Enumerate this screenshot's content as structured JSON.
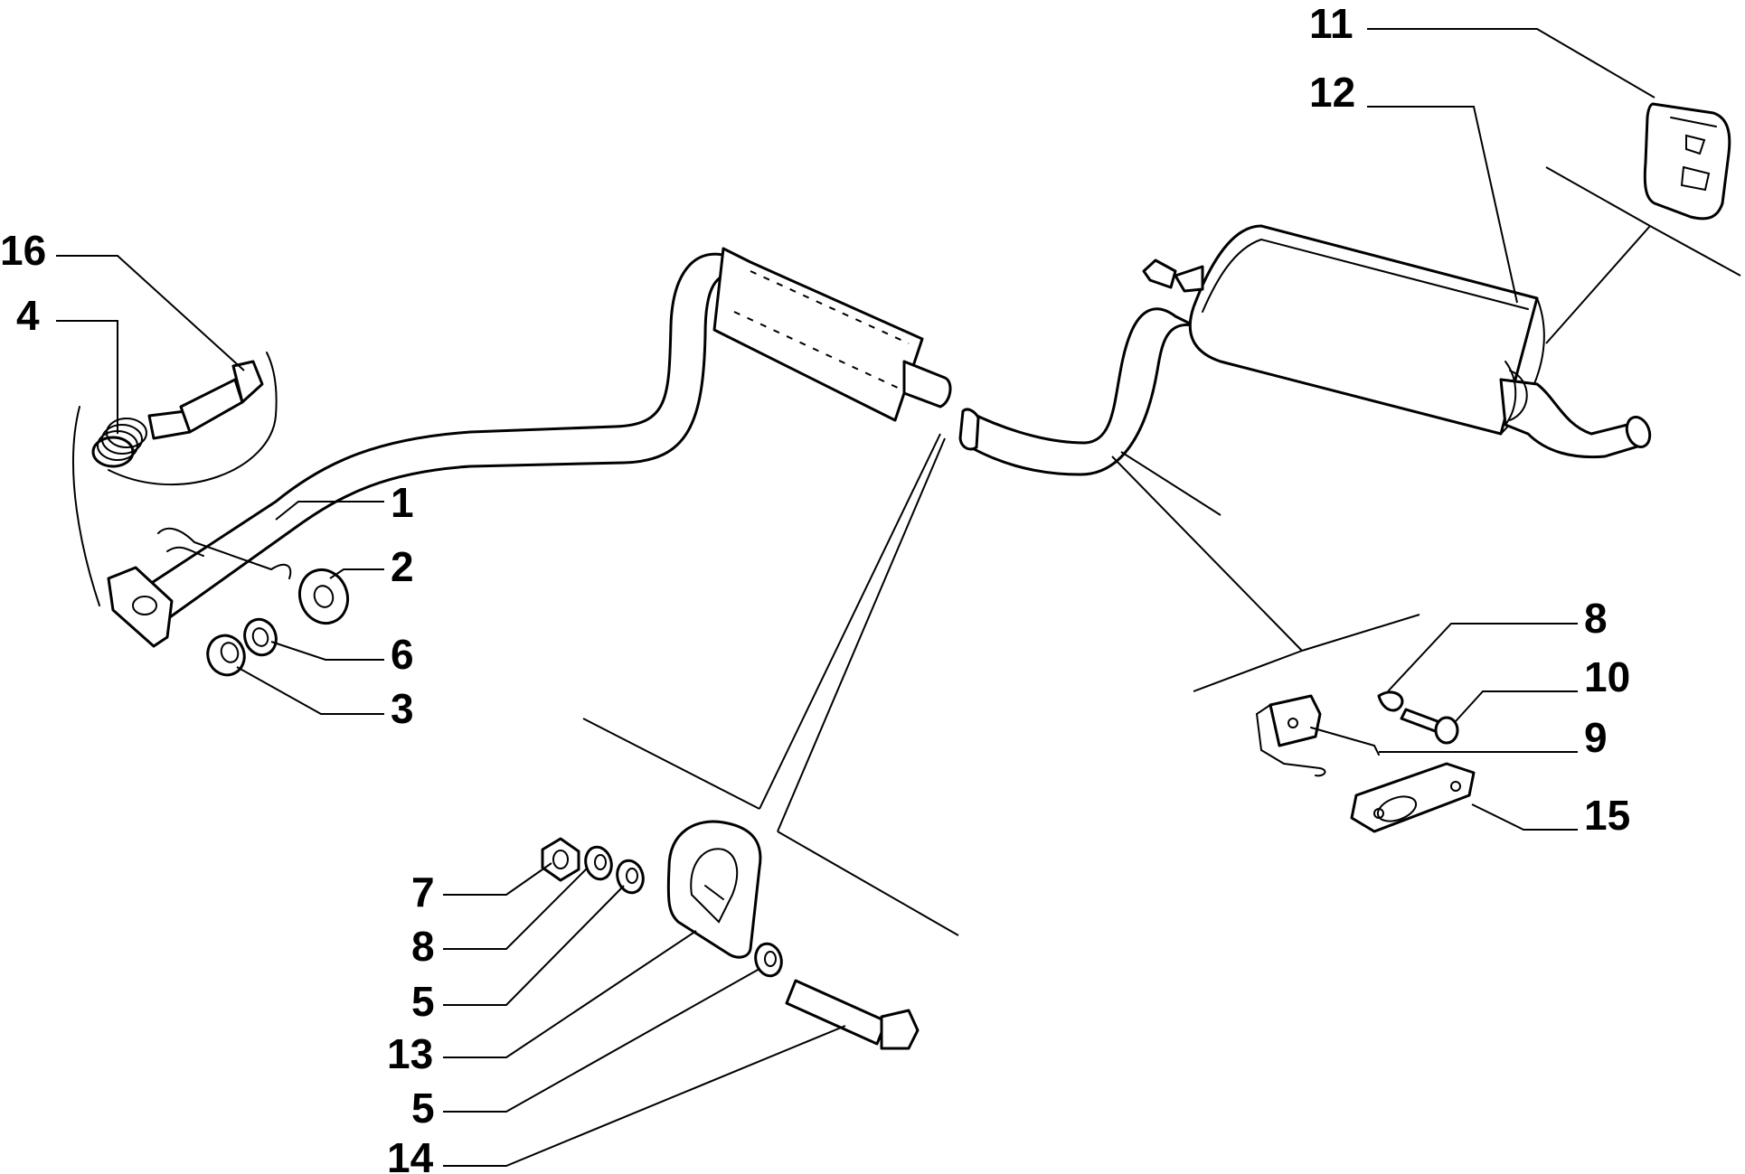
{
  "callouts": [
    {
      "id": "c16",
      "text": "16"
    },
    {
      "id": "c4a",
      "text": "4"
    },
    {
      "id": "c1",
      "text": "1"
    },
    {
      "id": "c2",
      "text": "2"
    },
    {
      "id": "c6",
      "text": "6"
    },
    {
      "id": "c3",
      "text": "3"
    },
    {
      "id": "c7",
      "text": "7"
    },
    {
      "id": "c8a",
      "text": "8"
    },
    {
      "id": "c5a",
      "text": "5"
    },
    {
      "id": "c13",
      "text": "13"
    },
    {
      "id": "c5b",
      "text": "5"
    },
    {
      "id": "c14",
      "text": "14"
    },
    {
      "id": "c11",
      "text": "11"
    },
    {
      "id": "c12",
      "text": "12"
    },
    {
      "id": "c8b",
      "text": "8"
    },
    {
      "id": "c10",
      "text": "10"
    },
    {
      "id": "c9",
      "text": "9"
    },
    {
      "id": "c15",
      "text": "15"
    }
  ]
}
